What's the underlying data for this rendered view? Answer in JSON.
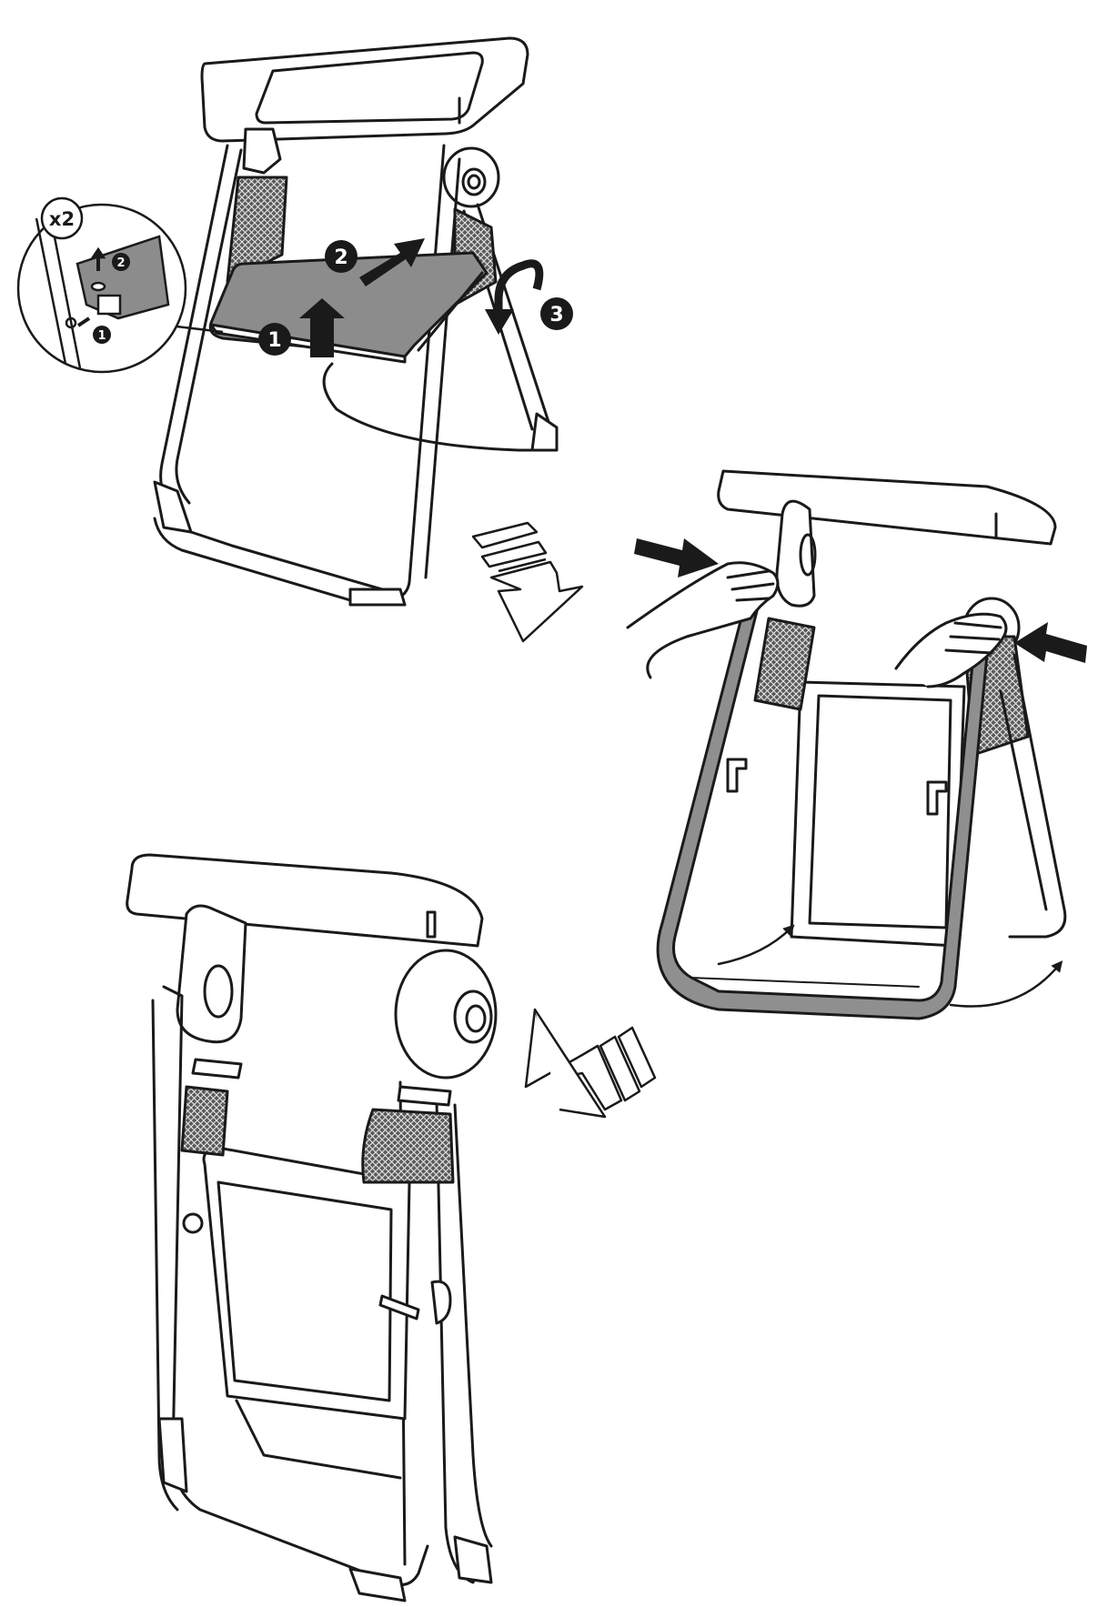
{
  "figure": {
    "multiplier_badge": "x2",
    "step_markers": {
      "detail_1": "1",
      "detail_2": "2",
      "main_1": "1",
      "main_2": "2",
      "main_3": "3"
    },
    "colors": {
      "line": "#1a1a1a",
      "seat_fill": "#8c8c8c",
      "highlight_frame": "#8f8f8f",
      "mesh": "#3a3a3a",
      "badge_fill": "#1a1a1a",
      "badge_text": "#ffffff"
    }
  }
}
